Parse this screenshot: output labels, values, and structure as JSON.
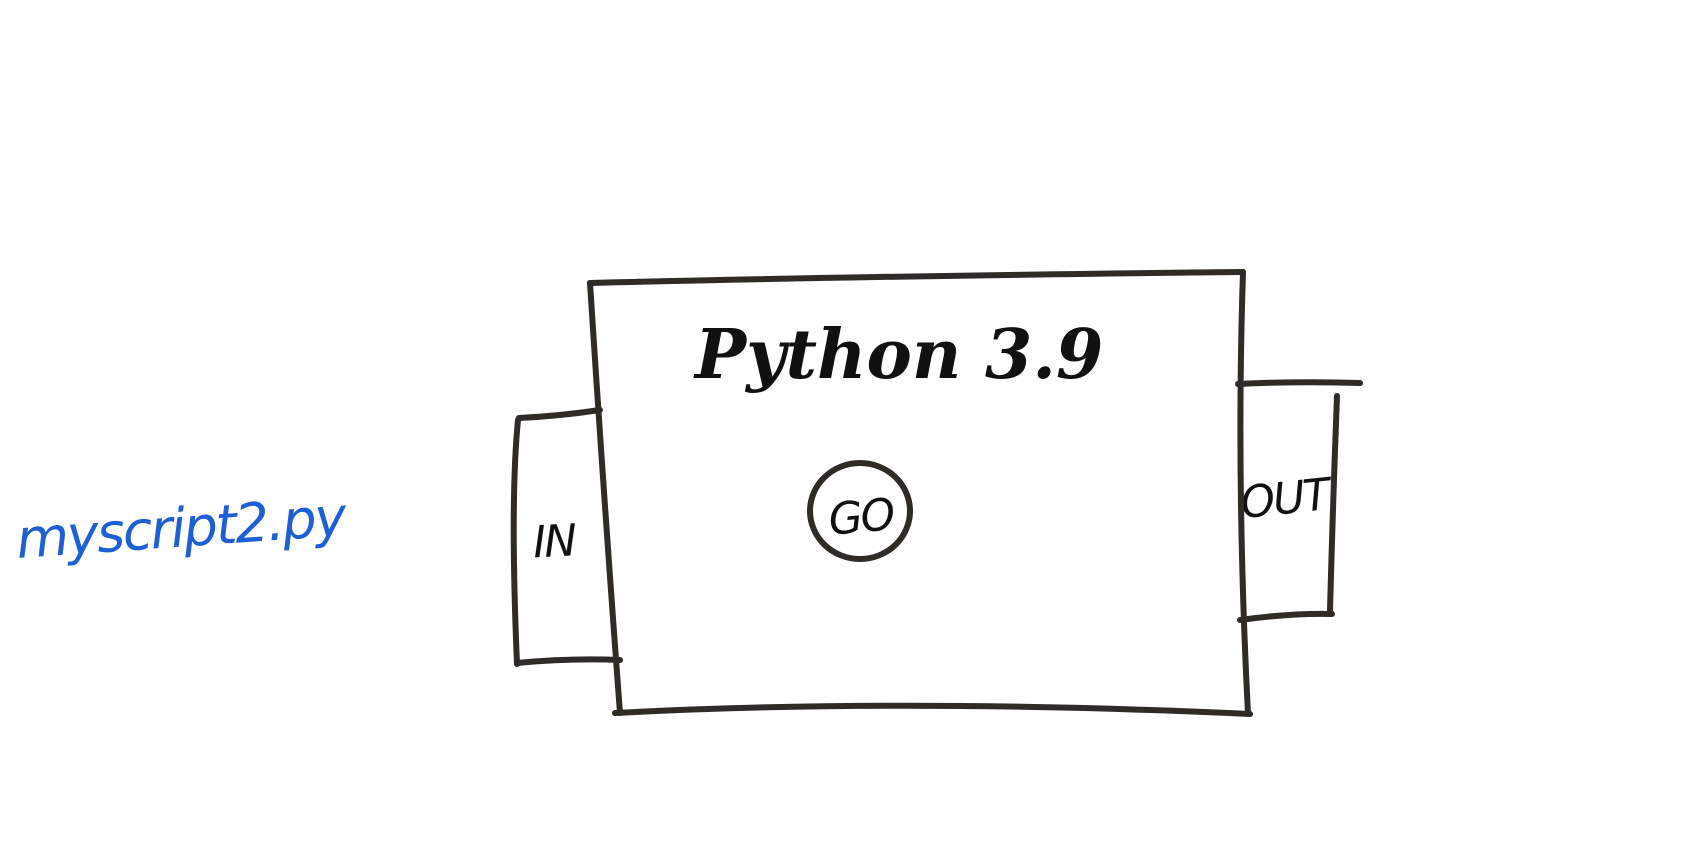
{
  "script": {
    "filename": "myscript2.py",
    "color": "#1f5fd6"
  },
  "interpreter": {
    "title": "Python 3.9",
    "go_label": "GO",
    "input_label": "IN",
    "output_label": "OUT"
  }
}
